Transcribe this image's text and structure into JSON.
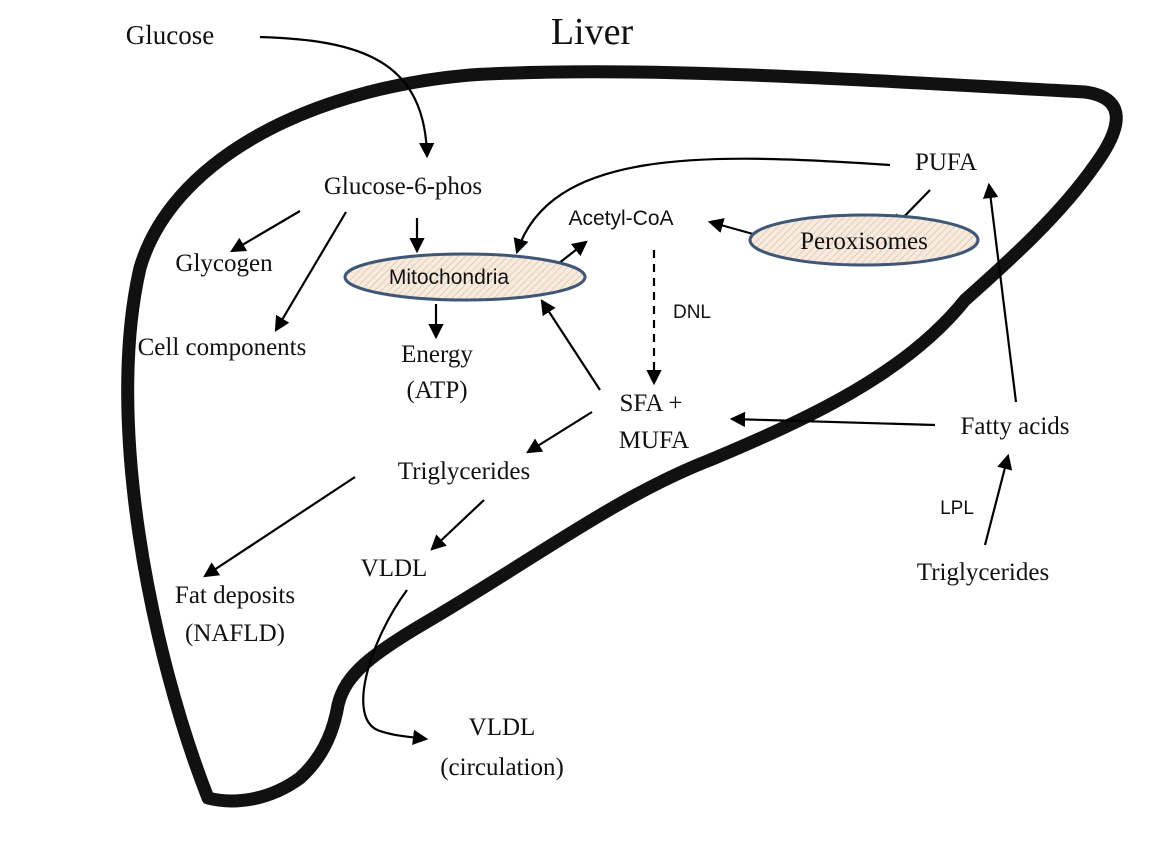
{
  "title": "Liver",
  "nodes": {
    "glucose": "Glucose",
    "glucose6phos": "Glucose-6-phos",
    "glycogen": "Glycogen",
    "cell_components": "Cell components",
    "mitochondria": "Mitochondria",
    "acetyl_coa": "Acetyl-CoA",
    "peroxisomes": "Peroxisomes",
    "pufa": "PUFA",
    "energy_line1": "Energy",
    "energy_line2": "(ATP)",
    "dnl": "DNL",
    "sfa_line1": "SFA +",
    "sfa_line2": "MUFA",
    "fatty_acids": "Fatty acids",
    "triglycerides_in": "Triglycerides",
    "lpl": "LPL",
    "triglycerides_out": "Triglycerides",
    "vldl": "VLDL",
    "fat_line1": "Fat deposits",
    "fat_line2": "(NAFLD)",
    "vldl_circ_line1": "VLDL",
    "vldl_circ_line2": "(circulation)"
  },
  "colors": {
    "organelle_fill": "#f4e6d8",
    "organelle_stroke": "#3f5777",
    "outline": "#111111"
  }
}
